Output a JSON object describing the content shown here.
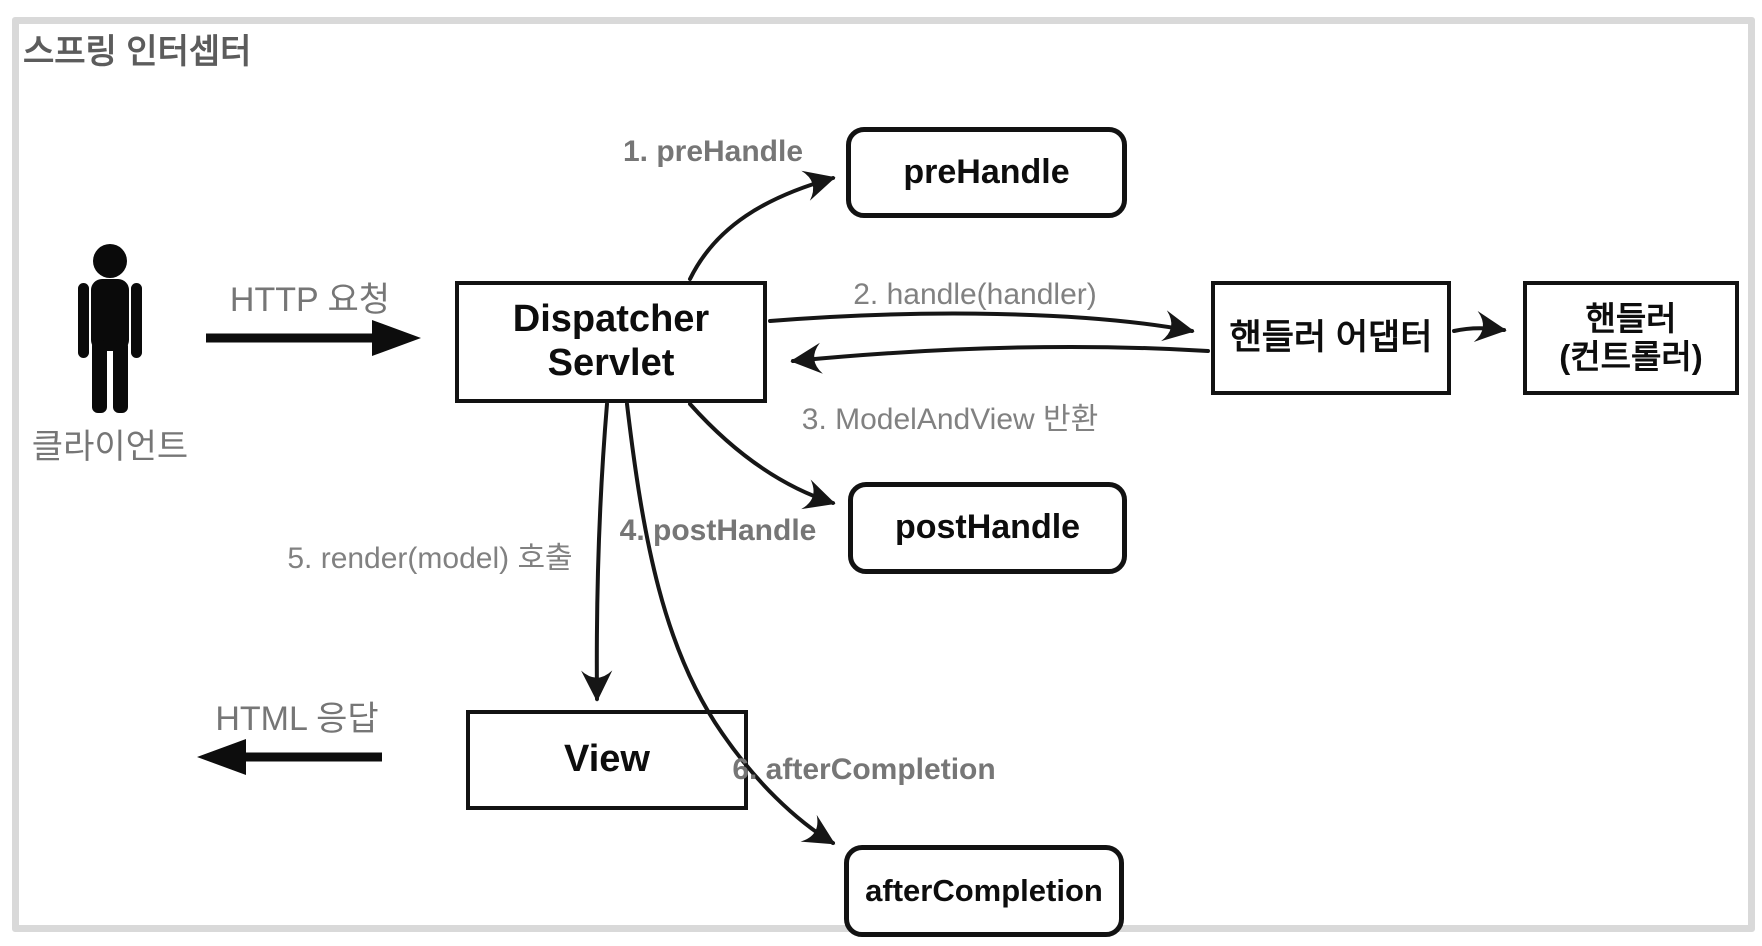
{
  "title": "스프링 인터셉터",
  "client": {
    "label": "클라이언트"
  },
  "nodes": {
    "dispatcher": {
      "line1": "Dispatcher",
      "line2": "Servlet"
    },
    "pre_handle": {
      "label": "preHandle"
    },
    "post_handle": {
      "label": "postHandle"
    },
    "after_completion": {
      "label": "afterCompletion"
    },
    "handler_adapter": {
      "label": "핸들러 어댑터"
    },
    "handler": {
      "line1": "핸들러",
      "line2": "(컨트롤러)"
    },
    "view": {
      "label": "View"
    }
  },
  "arrows": {
    "http_request": {
      "label": "HTTP 요청"
    },
    "html_response": {
      "label": "HTML 응답"
    },
    "step1": {
      "label": "1. preHandle"
    },
    "step2": {
      "label": "2. handle(handler)"
    },
    "step3": {
      "label": "3. ModelAndView 반환"
    },
    "step4": {
      "label": "4. postHandle"
    },
    "step5": {
      "label": "5. render(model) 호출"
    },
    "step6": {
      "label": "6. afterCompletion"
    }
  },
  "colors": {
    "label_gray": "#818181",
    "title_gray": "#5c5c5c",
    "box_border": "#121212",
    "arrow_black": "#161616",
    "frame_border": "#d9d9d9"
  }
}
